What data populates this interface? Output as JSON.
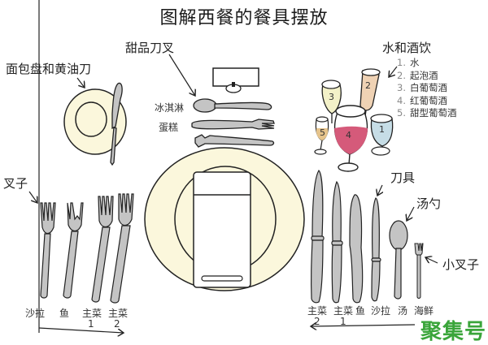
{
  "title": "图解西餐的餐具摆放",
  "labels": {
    "bread_plate": "面包盘和黄油刀",
    "dessert": "甜品刀叉",
    "ice_cream": "冰淇淋",
    "cake": "蛋糕",
    "drinks": "水和酒饮",
    "forks": "叉子",
    "knives": "刀具",
    "soup_spoon": "汤勺",
    "small_fork": "小叉子"
  },
  "drinks_legend": [
    {
      "num": "1.",
      "label": "水"
    },
    {
      "num": "2.",
      "label": "起泡酒"
    },
    {
      "num": "3.",
      "label": "白葡萄酒"
    },
    {
      "num": "4.",
      "label": "红葡萄酒"
    },
    {
      "num": "5.",
      "label": "甜型葡萄酒"
    }
  ],
  "glass_numbers": [
    "1",
    "2",
    "3",
    "4",
    "5"
  ],
  "fork_labels": [
    {
      "name": "沙拉",
      "sub": ""
    },
    {
      "name": "鱼",
      "sub": ""
    },
    {
      "name": "主菜",
      "sub": "1"
    },
    {
      "name": "主菜",
      "sub": "2"
    }
  ],
  "knife_labels": [
    {
      "name": "主菜",
      "sub": "2"
    },
    {
      "name": "主菜",
      "sub": "1"
    },
    {
      "name": "鱼",
      "sub": ""
    },
    {
      "name": "沙拉",
      "sub": ""
    },
    {
      "name": "汤",
      "sub": ""
    },
    {
      "name": "海鲜",
      "sub": ""
    }
  ],
  "watermark": "聚集号",
  "colors": {
    "plate": "#fbf7dc",
    "cutlery": "#c4c4c4",
    "glass_water": "#c6dde6",
    "glass_sparkling": "#efd2b4",
    "glass_white": "#f3f1c8",
    "glass_red": "#d55a7a",
    "glass_sweet": "#e6c48c",
    "watermark": "#3aa53a"
  }
}
